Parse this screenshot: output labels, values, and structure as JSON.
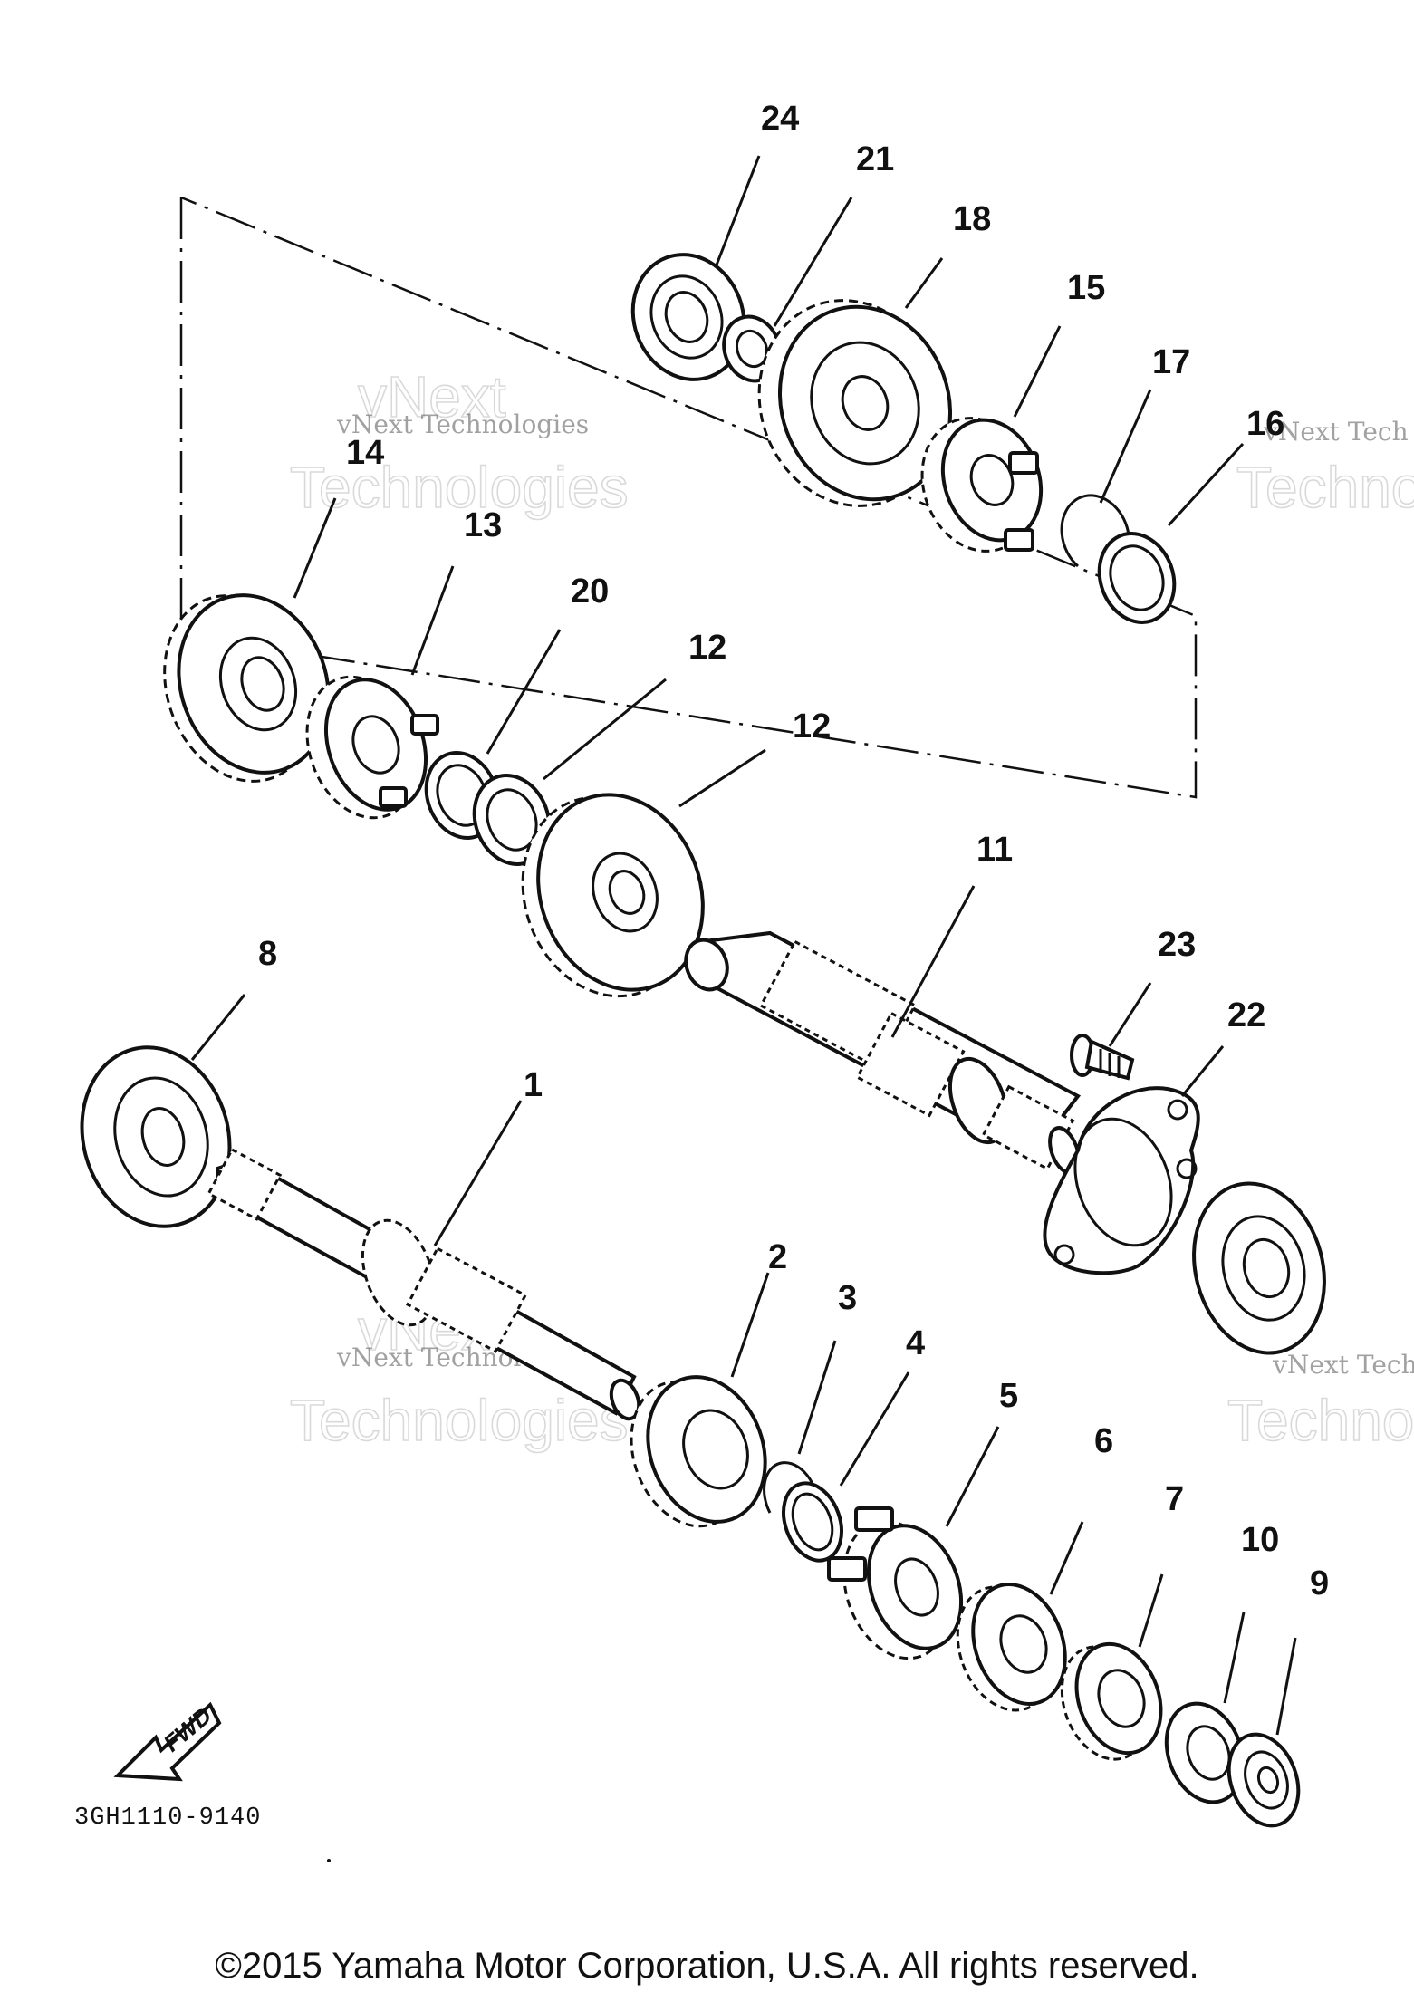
{
  "parts": [
    {
      "id": "part-1",
      "number": "1"
    },
    {
      "id": "part-2",
      "number": "2"
    },
    {
      "id": "part-3",
      "number": "3"
    },
    {
      "id": "part-4",
      "number": "4"
    },
    {
      "id": "part-5",
      "number": "5"
    },
    {
      "id": "part-6",
      "number": "6"
    },
    {
      "id": "part-7",
      "number": "7"
    },
    {
      "id": "part-8",
      "number": "8"
    },
    {
      "id": "part-9",
      "number": "9"
    },
    {
      "id": "part-10",
      "number": "10"
    },
    {
      "id": "part-11",
      "number": "11"
    },
    {
      "id": "part-12a",
      "number": "12"
    },
    {
      "id": "part-12b",
      "number": "12"
    },
    {
      "id": "part-13",
      "number": "13"
    },
    {
      "id": "part-14",
      "number": "14"
    },
    {
      "id": "part-15",
      "number": "15"
    },
    {
      "id": "part-16",
      "number": "16"
    },
    {
      "id": "part-17",
      "number": "17"
    },
    {
      "id": "part-18",
      "number": "18"
    },
    {
      "id": "part-20",
      "number": "20"
    },
    {
      "id": "part-21",
      "number": "21"
    },
    {
      "id": "part-22",
      "number": "22"
    },
    {
      "id": "part-23",
      "number": "23"
    },
    {
      "id": "part-24",
      "number": "24"
    }
  ],
  "watermark": {
    "brand": "vNext",
    "line2": "Technologies",
    "full": "vNext Technologies",
    "cut_full": "vNext Tech",
    "cut_line2": "Techno"
  },
  "diagram_code": "3GH1110-9140",
  "fwd_label": "FWD",
  "copyright": "©2015 Yamaha Motor Corporation, U.S.A. All rights reserved."
}
